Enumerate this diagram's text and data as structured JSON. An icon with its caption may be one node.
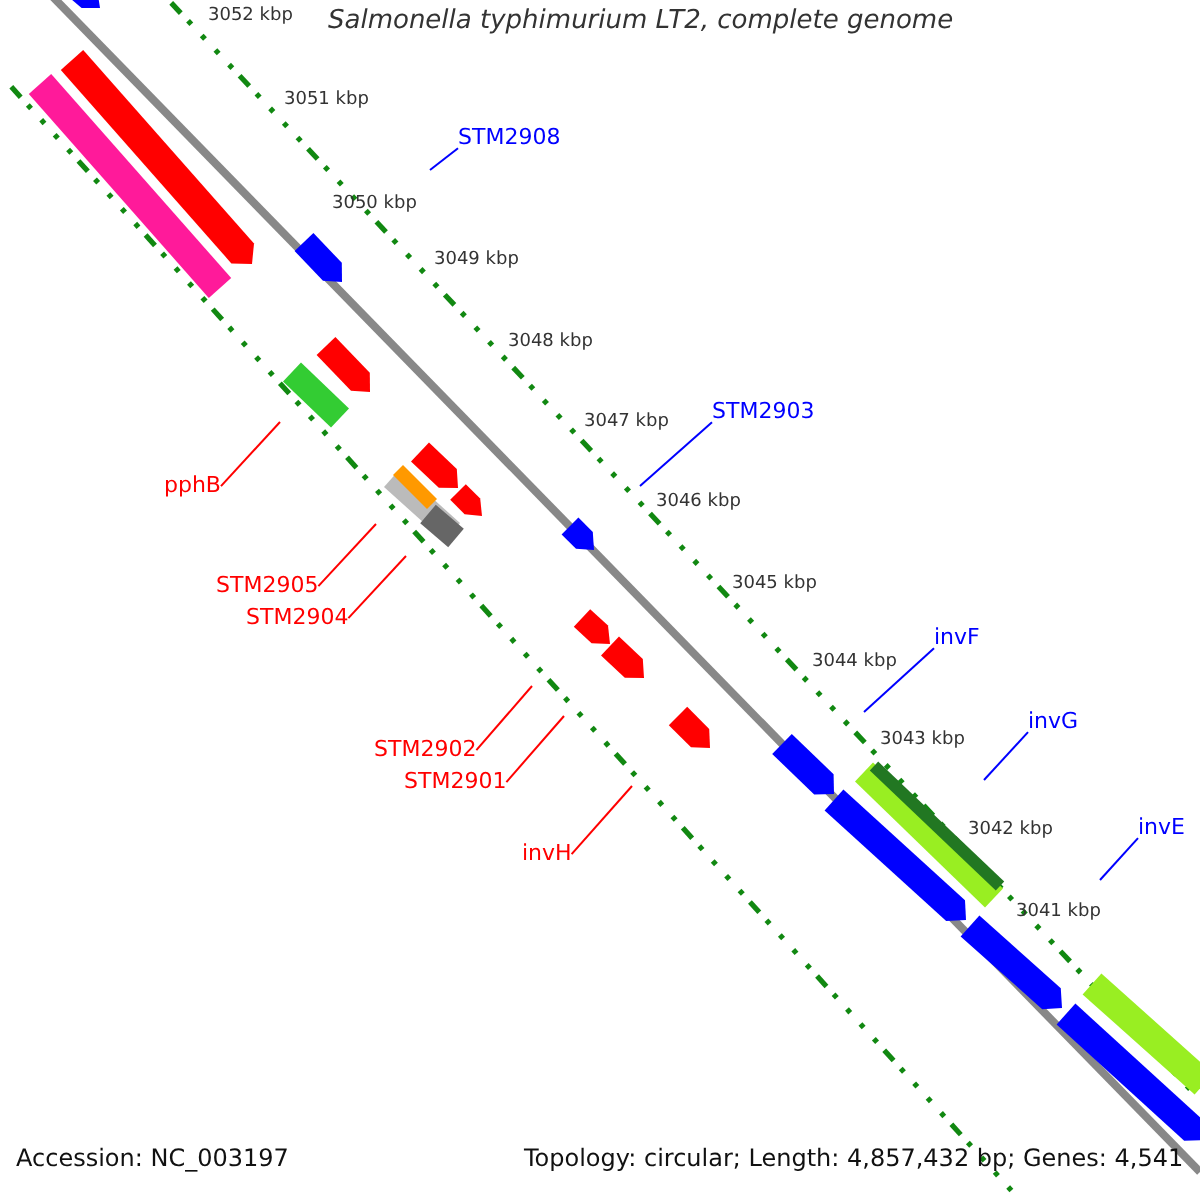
{
  "diagram": {
    "title": "Salmonella typhimurium LT2, complete genome",
    "nodes": [
      {
        "text": [
          "STM2908"
        ]
      },
      {
        "text": [
          "STM2903"
        ]
      },
      {
        "text": [
          "invF"
        ]
      },
      {
        "text": [
          "invG"
        ]
      },
      {
        "text": [
          "invE"
        ]
      },
      {
        "text": [
          "pphB"
        ]
      },
      {
        "text": [
          "STM2905"
        ]
      },
      {
        "text": [
          "STM2904"
        ]
      },
      {
        "text": [
          "STM2902"
        ]
      },
      {
        "text": [
          "STM2901"
        ]
      },
      {
        "text": [
          "invH"
        ]
      }
    ],
    "edges": [
      {
        "from": 0,
        "to": null,
        "arrow": "none",
        "color": "#0000ff"
      },
      {
        "from": 1,
        "to": null,
        "arrow": "none",
        "color": "#0000ff"
      },
      {
        "from": 2,
        "to": null,
        "arrow": "none",
        "color": "#0000ff"
      },
      {
        "from": 3,
        "to": null,
        "arrow": "none",
        "color": "#0000ff"
      },
      {
        "from": 4,
        "to": null,
        "arrow": "none",
        "color": "#0000ff"
      },
      {
        "from": 5,
        "to": null,
        "arrow": "none"
      },
      {
        "from": 6,
        "to": null,
        "arrow": "none"
      },
      {
        "from": 7,
        "to": null,
        "arrow": "none"
      },
      {
        "from": 8,
        "to": null,
        "arrow": "none"
      },
      {
        "from": 9,
        "to": null,
        "arrow": "none"
      },
      {
        "from": 10,
        "to": null,
        "arrow": "none"
      }
    ],
    "labels": [
      "3052 kbp",
      "3051 kbp",
      "3050 kbp",
      "3049 kbp",
      "3048 kbp",
      "3047 kbp",
      "3046 kbp",
      "3045 kbp",
      "3044 kbp",
      "3043 kbp",
      "3042 kbp",
      "3041 kbp",
      "Accession: NC_003197",
      "Topology: circular; Length: 4,857,432 bp; Genes: 4,541"
    ]
  }
}
